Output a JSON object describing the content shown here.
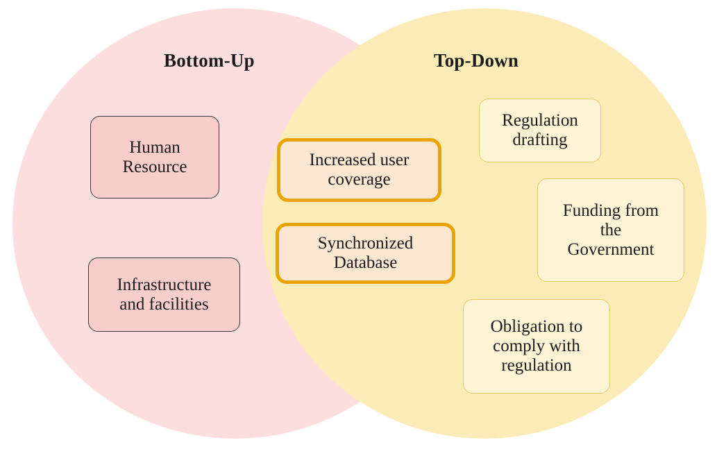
{
  "diagram": {
    "type": "venn",
    "sets": [
      {
        "id": "bottom-up",
        "title": "Bottom-Up",
        "fill_color": "#FBDEDD",
        "items": [
          {
            "id": "human-resource",
            "label": "Human\nResource"
          },
          {
            "id": "infrastructure",
            "label": "Infrastructure\nand facilities"
          }
        ]
      },
      {
        "id": "top-down",
        "title": "Top-Down",
        "fill_color": "#FBEBB6",
        "items": [
          {
            "id": "regulation-drafting",
            "label": "Regulation\ndrafting"
          },
          {
            "id": "funding",
            "label": "Funding from\nthe\nGovernment"
          },
          {
            "id": "obligation",
            "label": "Obligation to\ncomply with\nregulation"
          }
        ]
      }
    ],
    "intersection": {
      "id": "shared",
      "fill_color": "#FBDFAE",
      "box_fill_color": "#FCE7D2",
      "box_border_color": "#E8A400",
      "items": [
        {
          "id": "increased-coverage",
          "label": "Increased user\ncoverage"
        },
        {
          "id": "sync-database",
          "label": "Synchronized\nDatabase"
        }
      ]
    },
    "colors": {
      "pink_box_fill": "#F8CECD",
      "pink_box_border": "#3B3B3B",
      "yellow_box_fill": "#FDF4D6",
      "yellow_box_border": "#E8C86A",
      "text": "#1B1B1B",
      "background": "#FFFFFF"
    }
  }
}
